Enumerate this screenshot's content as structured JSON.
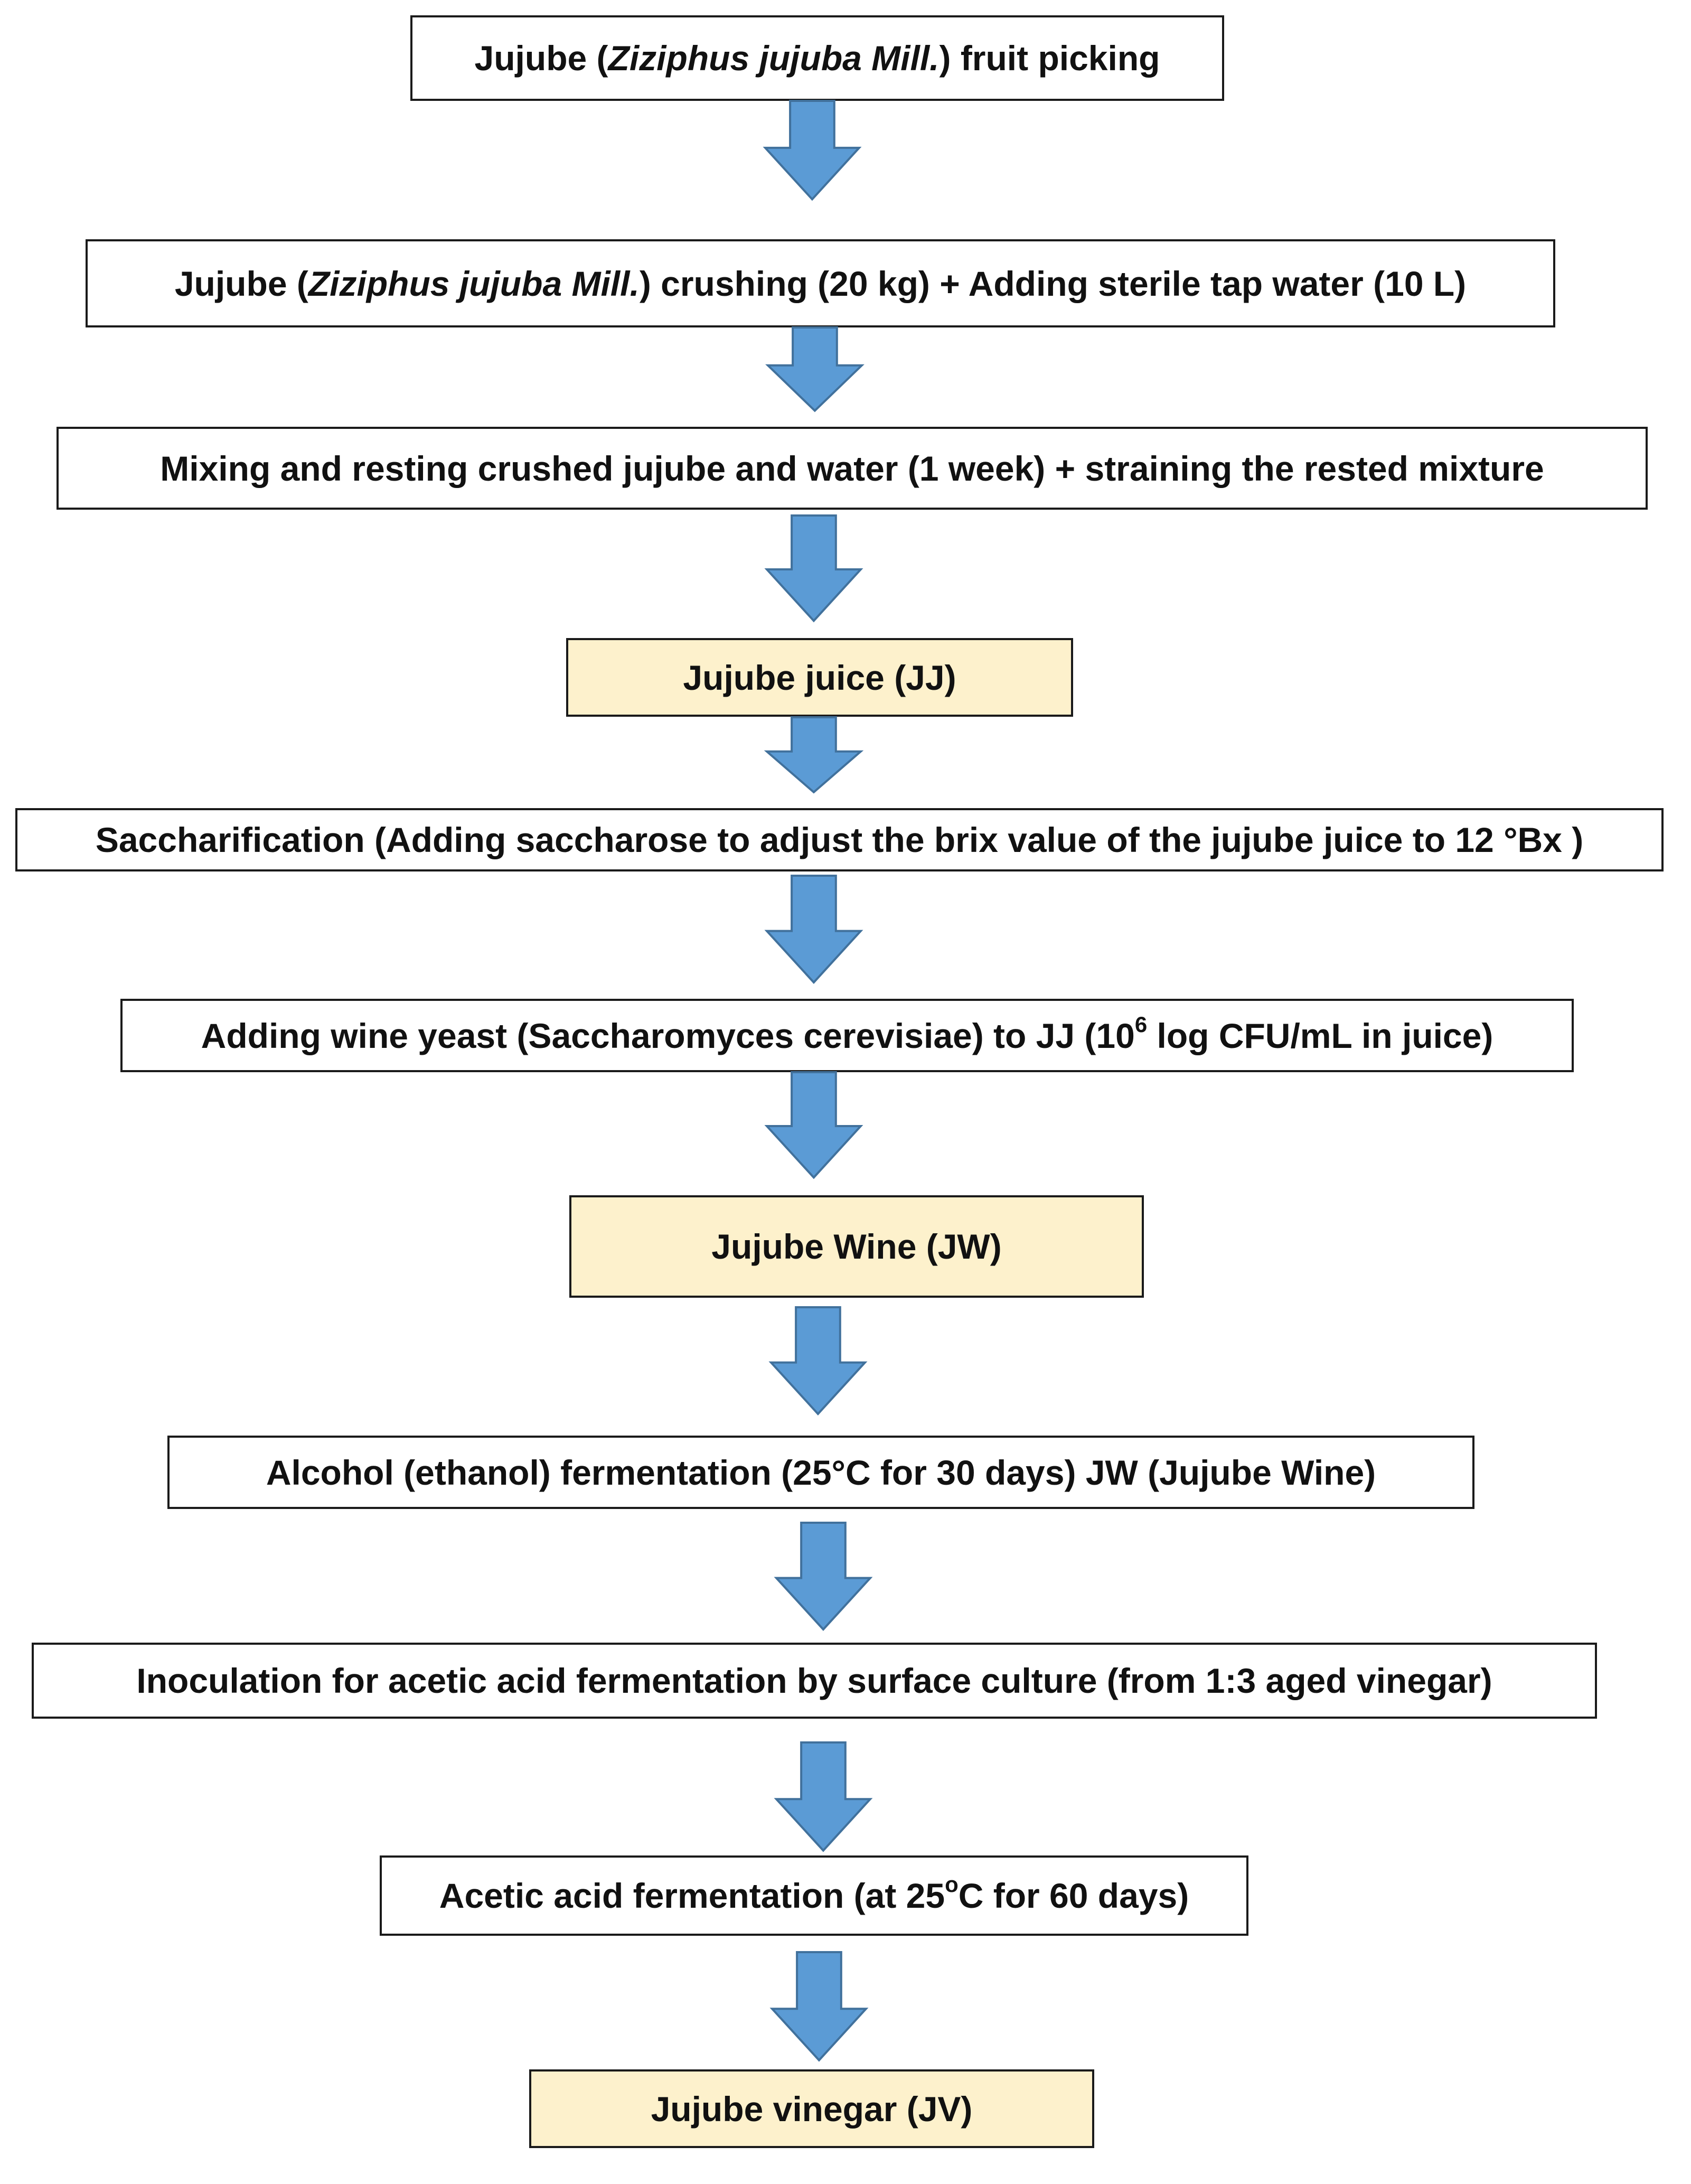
{
  "colors": {
    "arrow_fill": "#5b9bd5",
    "arrow_stroke": "#41719c",
    "highlight_fill": "#fdf1cc",
    "border": "#1a1a1a"
  },
  "steps": [
    {
      "id": "fruit-picking",
      "highlight": false,
      "parts": [
        {
          "text": "Jujube ("
        },
        {
          "text": "Ziziphus jujuba Mill.",
          "italic": true
        },
        {
          "text": ") fruit picking"
        }
      ]
    },
    {
      "id": "crushing",
      "highlight": false,
      "parts": [
        {
          "text": "Jujube ("
        },
        {
          "text": "Ziziphus jujuba Mill.",
          "italic": true
        },
        {
          "text": ") crushing  (20 kg) + Adding sterile tap water (10 L)"
        }
      ]
    },
    {
      "id": "mixing-resting",
      "highlight": false,
      "parts": [
        {
          "text": "Mixing and resting crushed jujube and water (1 week) + straining the rested mixture"
        }
      ]
    },
    {
      "id": "jujube-juice",
      "highlight": true,
      "parts": [
        {
          "text": "Jujube juice (JJ)"
        }
      ]
    },
    {
      "id": "saccharification",
      "highlight": false,
      "parts": [
        {
          "text": "Saccharification (Adding saccharose to adjust the brix value of the jujube juice to 12 °Bx )"
        }
      ]
    },
    {
      "id": "adding-yeast",
      "highlight": false,
      "parts": [
        {
          "text": "Adding wine yeast (Saccharomyces cerevisiae) to JJ (10"
        },
        {
          "text": "6",
          "sup": true
        },
        {
          "text": " log CFU/mL in juice)"
        }
      ]
    },
    {
      "id": "jujube-wine",
      "highlight": true,
      "parts": [
        {
          "text": "Jujube Wine (JW)"
        }
      ]
    },
    {
      "id": "alcohol-fermentation",
      "highlight": false,
      "parts": [
        {
          "text": "Alcohol (ethanol) fermentation (25°C for 30 days) JW (Jujube Wine)"
        }
      ]
    },
    {
      "id": "inoculation",
      "highlight": false,
      "parts": [
        {
          "text": "Inoculation for acetic acid fermentation by surface culture (from 1:3 aged vinegar)"
        }
      ]
    },
    {
      "id": "acetic-fermentation",
      "highlight": false,
      "parts": [
        {
          "text": "Acetic acid fermentation (at 25"
        },
        {
          "text": "o",
          "sup": true
        },
        {
          "text": "C for 60 days)"
        }
      ]
    },
    {
      "id": "jujube-vinegar",
      "highlight": true,
      "parts": [
        {
          "text": "Jujube vinegar (JV)"
        }
      ]
    }
  ]
}
